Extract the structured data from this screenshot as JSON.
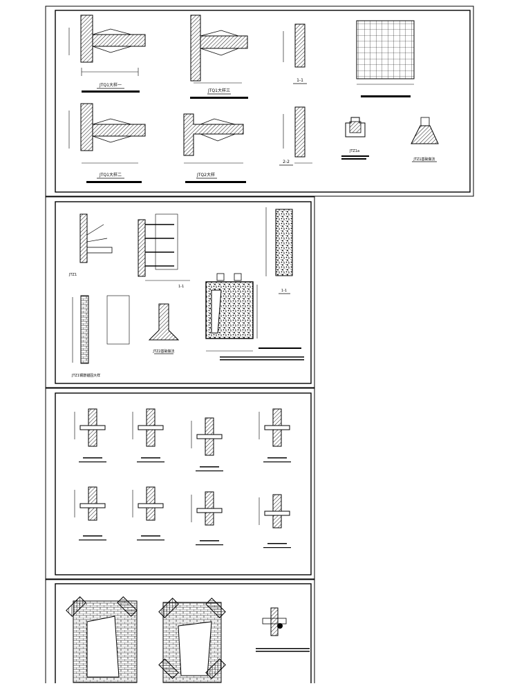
{
  "sheet1": {
    "detail_labels": [
      "JTQ1大样一",
      "JTQ1大样二",
      "JTQ2大样",
      "JTQ1大样三"
    ],
    "section_labels": [
      "1-1",
      "2-2"
    ],
    "small_labels": [
      "JTZ1a",
      "JTZ1基础做法"
    ]
  },
  "sheet2": {
    "labels": [
      "JTZ1",
      "1-1",
      "1-1",
      "JTZ2基础做法",
      "JTZ1钢筋锚固大样"
    ]
  }
}
